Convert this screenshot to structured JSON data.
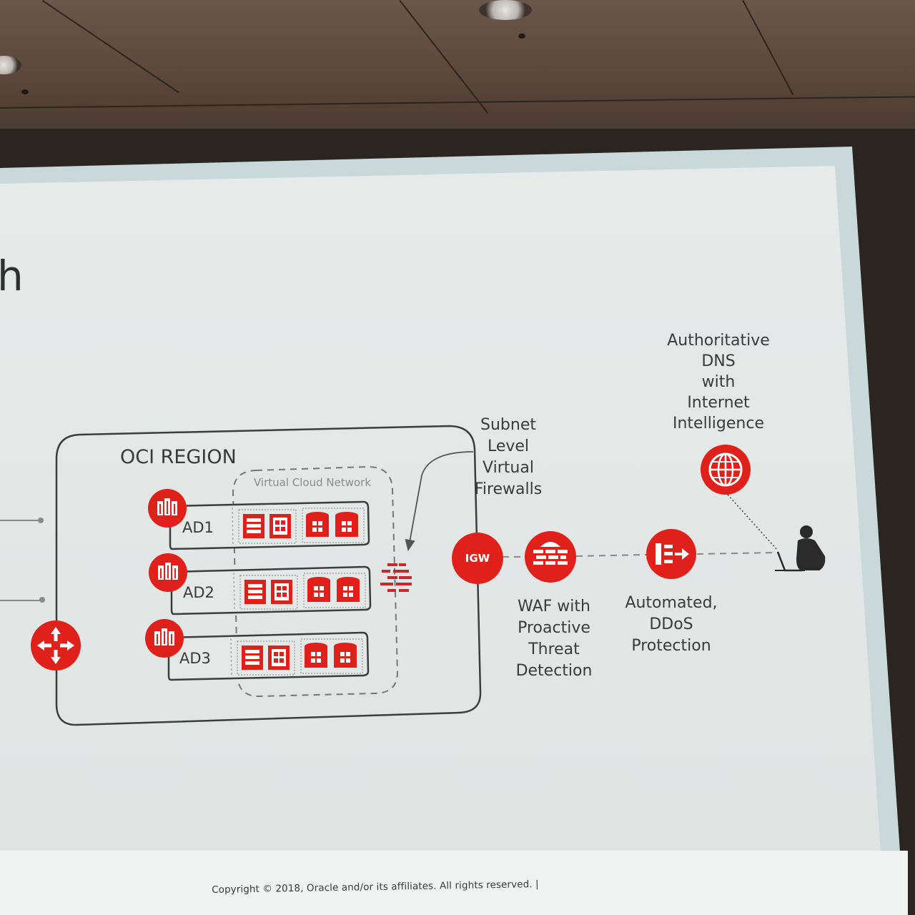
{
  "slide": {
    "title_fragment": "h",
    "region_label": "OCI REGION",
    "vcn_label": "Virtual Cloud Network",
    "ad_labels": [
      "AD1",
      "AD2",
      "AD3"
    ],
    "igw_label": "IGW",
    "subnet_firewalls_label": [
      "Subnet",
      "Level",
      "Virtual",
      "Firewalls"
    ],
    "dns_label": [
      "Authoritative",
      "DNS",
      "with",
      "Internet",
      "Intelligence"
    ],
    "waf_label": [
      "WAF with",
      "Proactive",
      "Threat",
      "Detection"
    ],
    "ddos_label": [
      "Automated,",
      "DDoS",
      "Protection"
    ],
    "copyright": "Copyright © 2018, Oracle and/or its affiliates. All rights reserved.  |"
  },
  "icons": {
    "brand_red": "#e0201b",
    "router": "router-icon",
    "availability_domain": "building-icon",
    "compute": "server-icon",
    "database": "database-icon",
    "firewall": "firewall-icon",
    "waf": "brick-wall-icon",
    "ddos": "ddos-shield-icon",
    "dns": "globe-icon",
    "user": "user-laptop-icon"
  }
}
